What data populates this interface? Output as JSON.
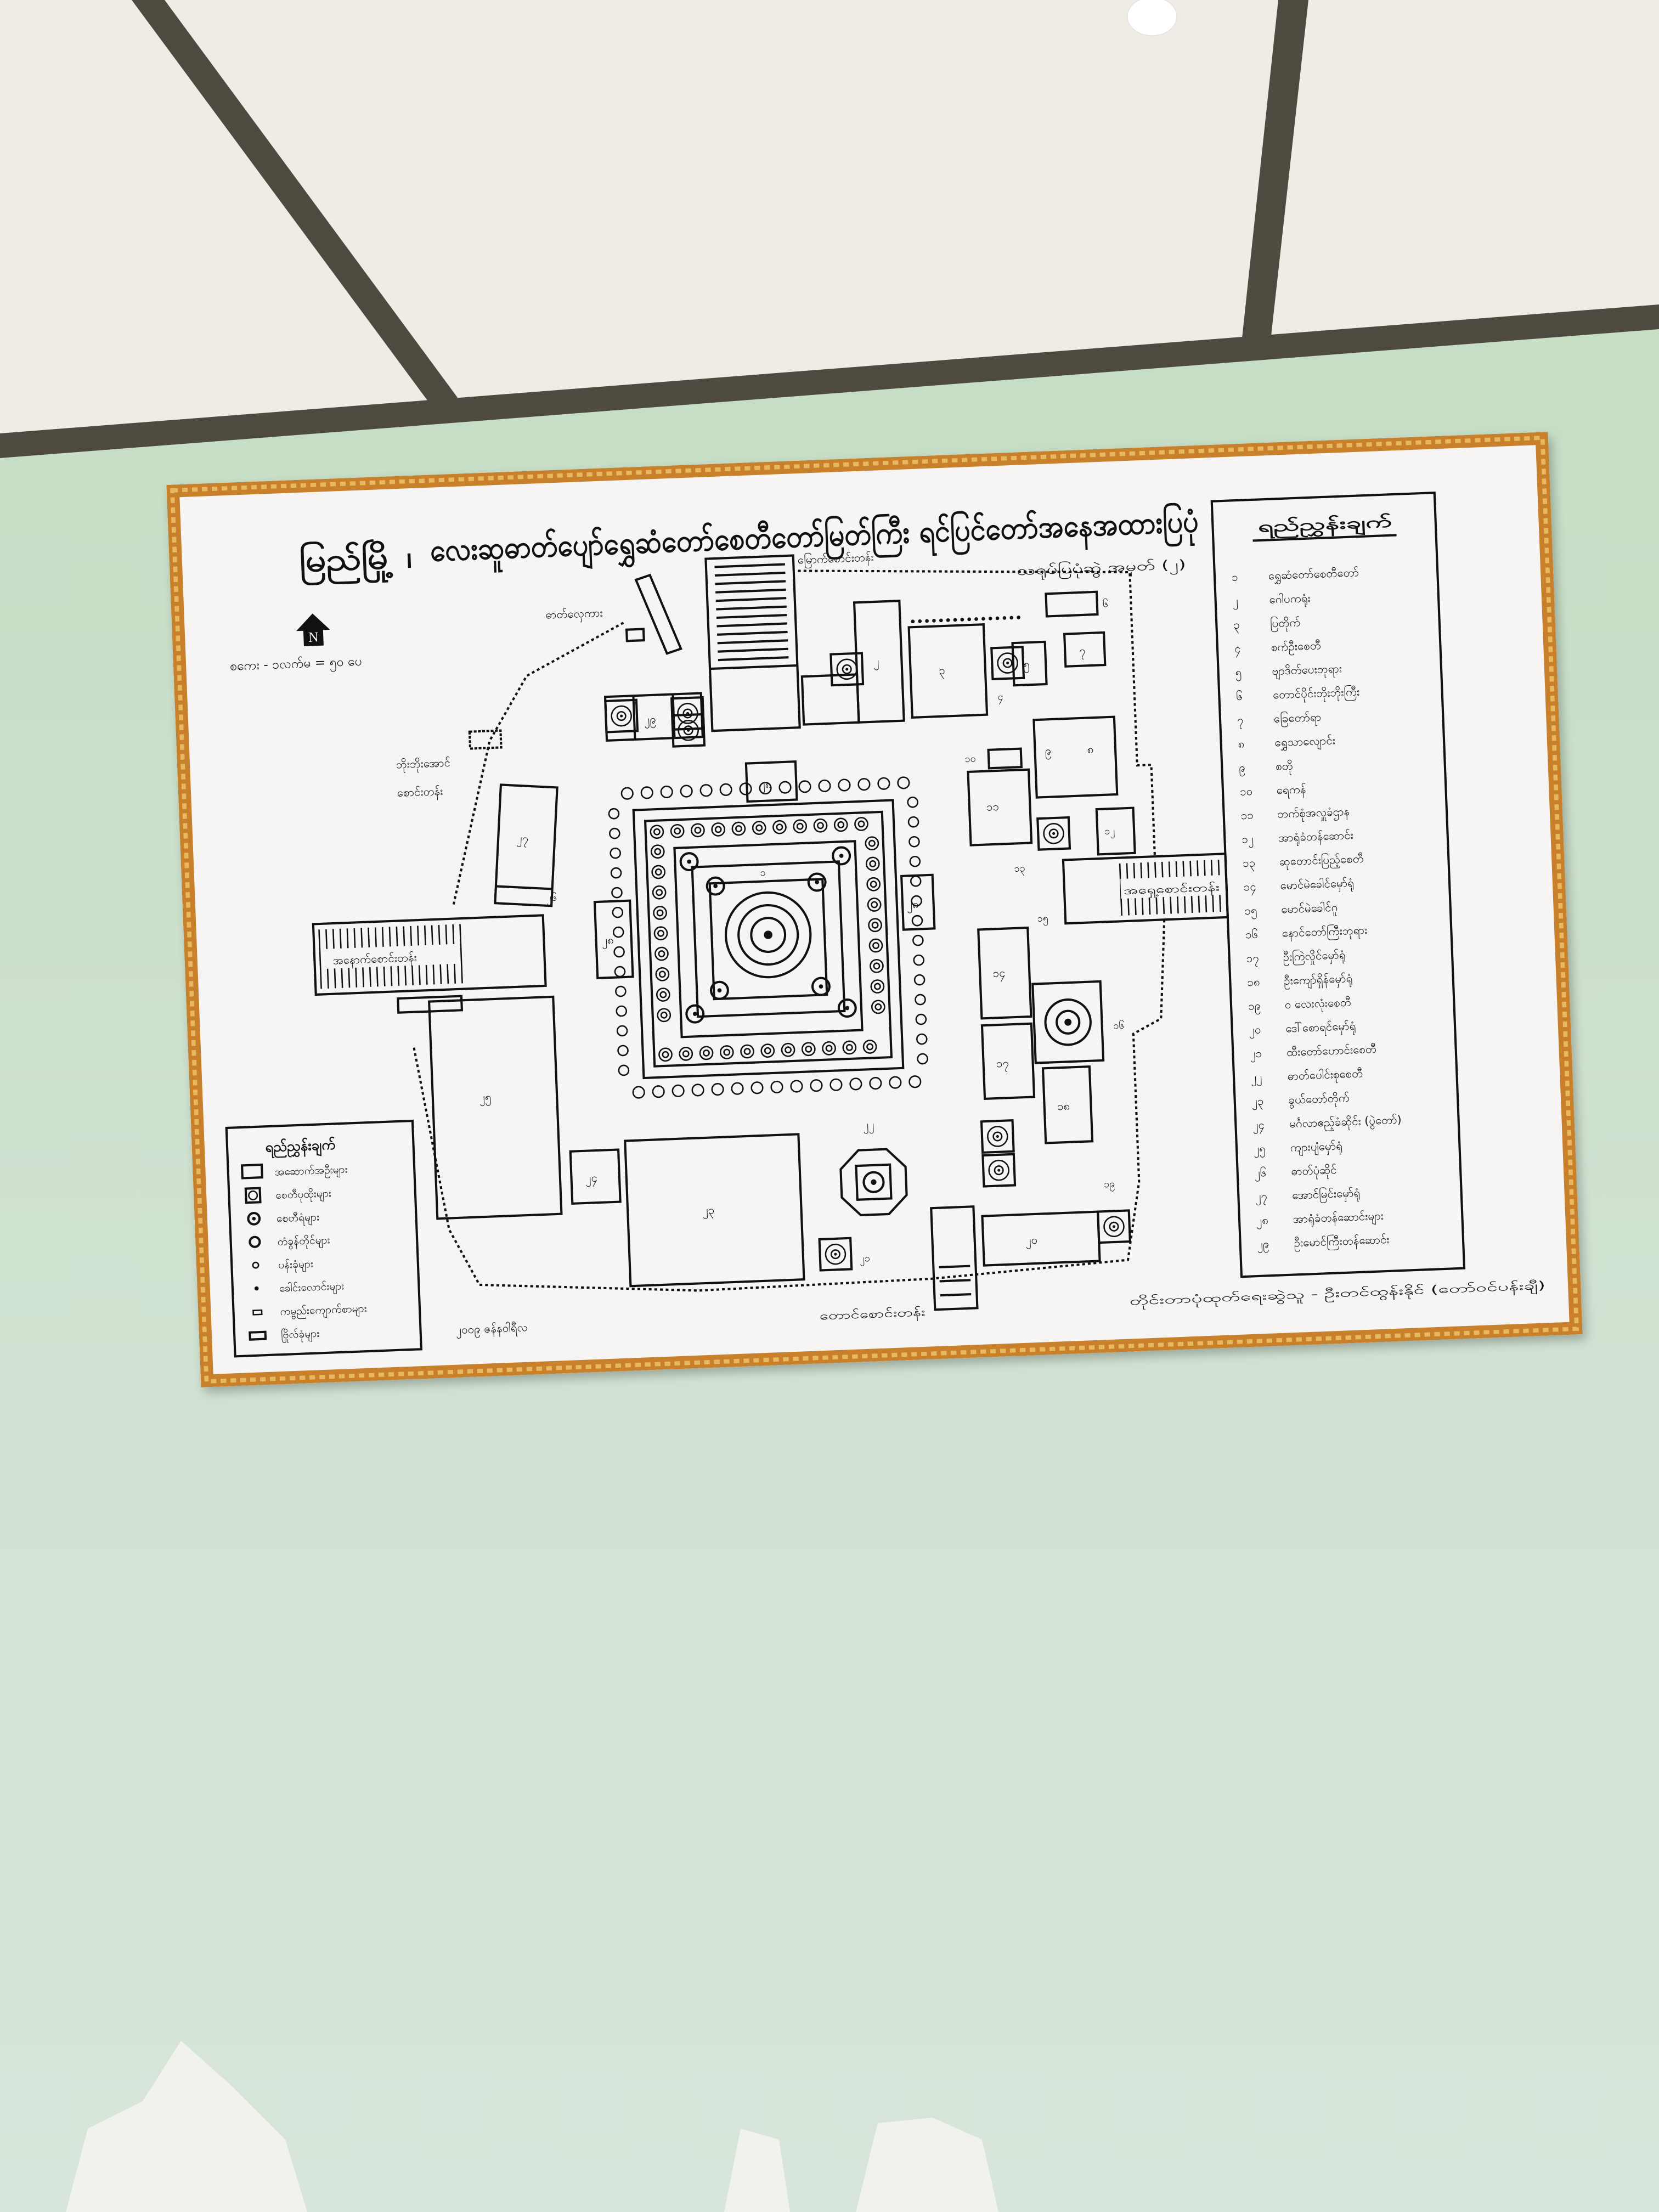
{
  "sign": {
    "title_prefix": "မြည်မြို့ ၊",
    "title": "လေးဆူဓာတ်ပျော်ရွှေဆံတော်စေတီတော်မြတ်ကြီး ရင်ပြင်တော်အနေအထားပြပုံ",
    "drawing_no": "သရုပ်ပြပုံဆွဲ အမှတ် (၂)",
    "north": "N",
    "scale": "စကေး - ၁လက်မ = ၅၀ ပေ",
    "date": "၂၀၀၉ ဇန်နဝါရီလ",
    "credit": "တိုင်းတာပုံထုတ်ရေးဆွဲသူ - ဦးတင်ထွန်းနိုင် (တော်ဝင်ပန်းချီ)"
  },
  "map_labels": {
    "elevator": "ဓာတ်လှေကား",
    "bobo_stair_1": "ဘိုးဘိုးအောင်",
    "bobo_stair_2": "စောင်းတန်း",
    "north_stair": "မြောက်စောင်းတန်း",
    "west_stair": "အနောက်စောင်းတန်း",
    "east_stair": "အရှေ့စောင်းတန်း",
    "south_stair": "တောင်စောင်းတန်း"
  },
  "legend_right": {
    "title": "ရည်ညွှန်းချက်",
    "items": [
      {
        "num": "၁",
        "label": "ရွှေဆံတော်စေတီတော်"
      },
      {
        "num": "၂",
        "label": "ဂေါပကရုံး"
      },
      {
        "num": "၃",
        "label": "ပြတိုက်"
      },
      {
        "num": "၄",
        "label": "စက်ဦးစေတီ"
      },
      {
        "num": "၅",
        "label": "ဗျာဒိတ်ပေးဘုရား"
      },
      {
        "num": "၆",
        "label": "တောင်ပိုင်းဘိုးဘိုးကြီး"
      },
      {
        "num": "၇",
        "label": "ခြေတော်ရာ"
      },
      {
        "num": "၈",
        "label": "ရွှေသာလျောင်း"
      },
      {
        "num": "၉",
        "label": "စတို"
      },
      {
        "num": "၁၀",
        "label": "ရေကန်"
      },
      {
        "num": "၁၁",
        "label": "ဘက်စုံအလှူခံဌာန"
      },
      {
        "num": "၁၂",
        "label": "အာရုံခံတန်ဆောင်း"
      },
      {
        "num": "၁၃",
        "label": "ဆုတောင်းပြည့်စေတီ"
      },
      {
        "num": "၁၄",
        "label": "မောင်မဲခေါင်မှော်ရုံ"
      },
      {
        "num": "၁၅",
        "label": "မောင်မဲခေါင်ဂူ"
      },
      {
        "num": "၁၆",
        "label": "နောင်တော်ကြီးဘုရား"
      },
      {
        "num": "၁၇",
        "label": "ဦးကြဲလှိုင်မှော်ရုံ"
      },
      {
        "num": "၁၈",
        "label": "ဦးကျော်ရှိန်မှော်ရုံ"
      },
      {
        "num": "၁၉",
        "label": "ဝ လေးလုံးစေတီ"
      },
      {
        "num": "၂၀",
        "label": "ဒေါ်စောရင်မှော်ရုံ"
      },
      {
        "num": "၂၁",
        "label": "ထီးတော်ဟောင်းစေတီ"
      },
      {
        "num": "၂၂",
        "label": "ဓာတ်ပေါင်းစုစေတီ"
      },
      {
        "num": "၂၃",
        "label": "ခွယ်တော်တိုက်"
      },
      {
        "num": "၂၄",
        "label": "မင်္ဂလာဧည့်ခံဆိုင်း (ပွဲတော်)"
      },
      {
        "num": "၂၅",
        "label": "ကျားပျံမှော်ရုံ"
      },
      {
        "num": "၂၆",
        "label": "ဓာတ်ပုံဆိုင်"
      },
      {
        "num": "၂၇",
        "label": "အောင်မြင်းမှော်ရုံ"
      },
      {
        "num": "၂၈",
        "label": "အာရုံခံတန်ဆောင်းများ"
      },
      {
        "num": "၂၉",
        "label": "ဦးမောင်ကြီးတန်ဆောင်း"
      }
    ]
  },
  "legend_left": {
    "title": "ရည်ညွှန်းချက်",
    "items": [
      {
        "symbol": "rectangle",
        "label": "အဆောက်အဦးများ"
      },
      {
        "symbol": "stupa-square",
        "label": "စေတီပုထိုးများ"
      },
      {
        "symbol": "dot-circle",
        "label": "စေတီရံများ"
      },
      {
        "symbol": "circle",
        "label": "တံခွန်တိုင်များ"
      },
      {
        "symbol": "small-circle",
        "label": "ပန်းခုံများ"
      },
      {
        "symbol": "dot",
        "label": "ခေါင်းလောင်းများ"
      },
      {
        "symbol": "small-rect",
        "label": "ကမ္ဗည်းကျောက်စာများ"
      },
      {
        "symbol": "rect",
        "label": "ဗြိုလ်ခုံများ"
      }
    ]
  },
  "colors": {
    "wall": "#cfe0cd",
    "ceiling": "#f1efe9",
    "beam": "#4a463d",
    "border": "#c9802a",
    "paper": "#f6f5f3"
  }
}
